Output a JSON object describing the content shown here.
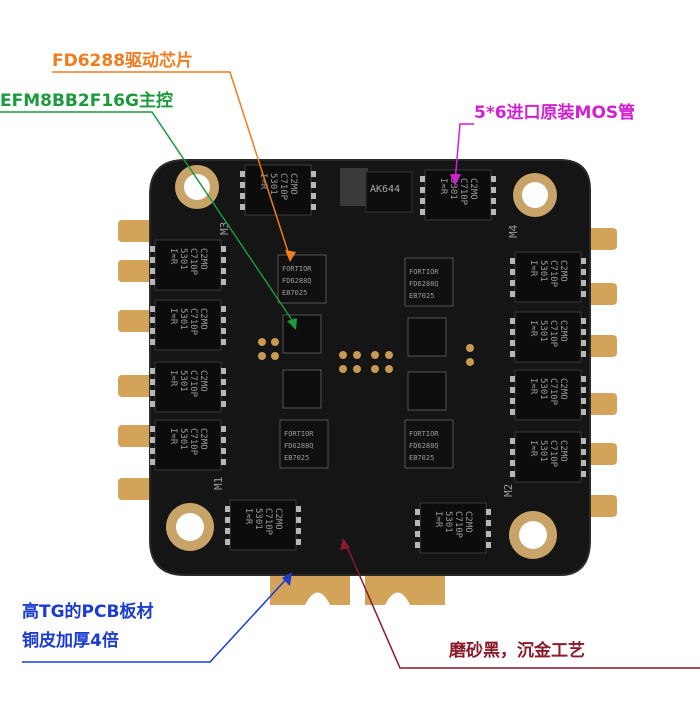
{
  "annotations": {
    "driver_chip": "FD6288驱动芯片",
    "main_controller": "EFM8BB2F16G主控",
    "mosfets": "5*6进口原装MOS管",
    "pcb_line1": "高TG的PCB板材",
    "pcb_line2": "铜皮加厚4倍",
    "finish": "磨砂黑，沉金工艺"
  },
  "board": {
    "regulator_marking": "AK644",
    "mosfet_marking": [
      "I≈R",
      "5301",
      "C710P",
      "C2MO"
    ],
    "driver_marking": [
      "FORTIOR",
      "FD6288Q",
      "EB7025"
    ],
    "motor_labels": [
      "M1",
      "M2",
      "M3",
      "M4"
    ]
  },
  "colors": {
    "board": "#151515",
    "pad_gold": "#d3a35a",
    "driver_arrow": "#f07c1e",
    "controller_arrow": "#1a9a3c",
    "mosfet_arrow": "#d11fd1",
    "pcb_arrow": "#1a3ccf",
    "finish_arrow": "#8a1a2a"
  }
}
